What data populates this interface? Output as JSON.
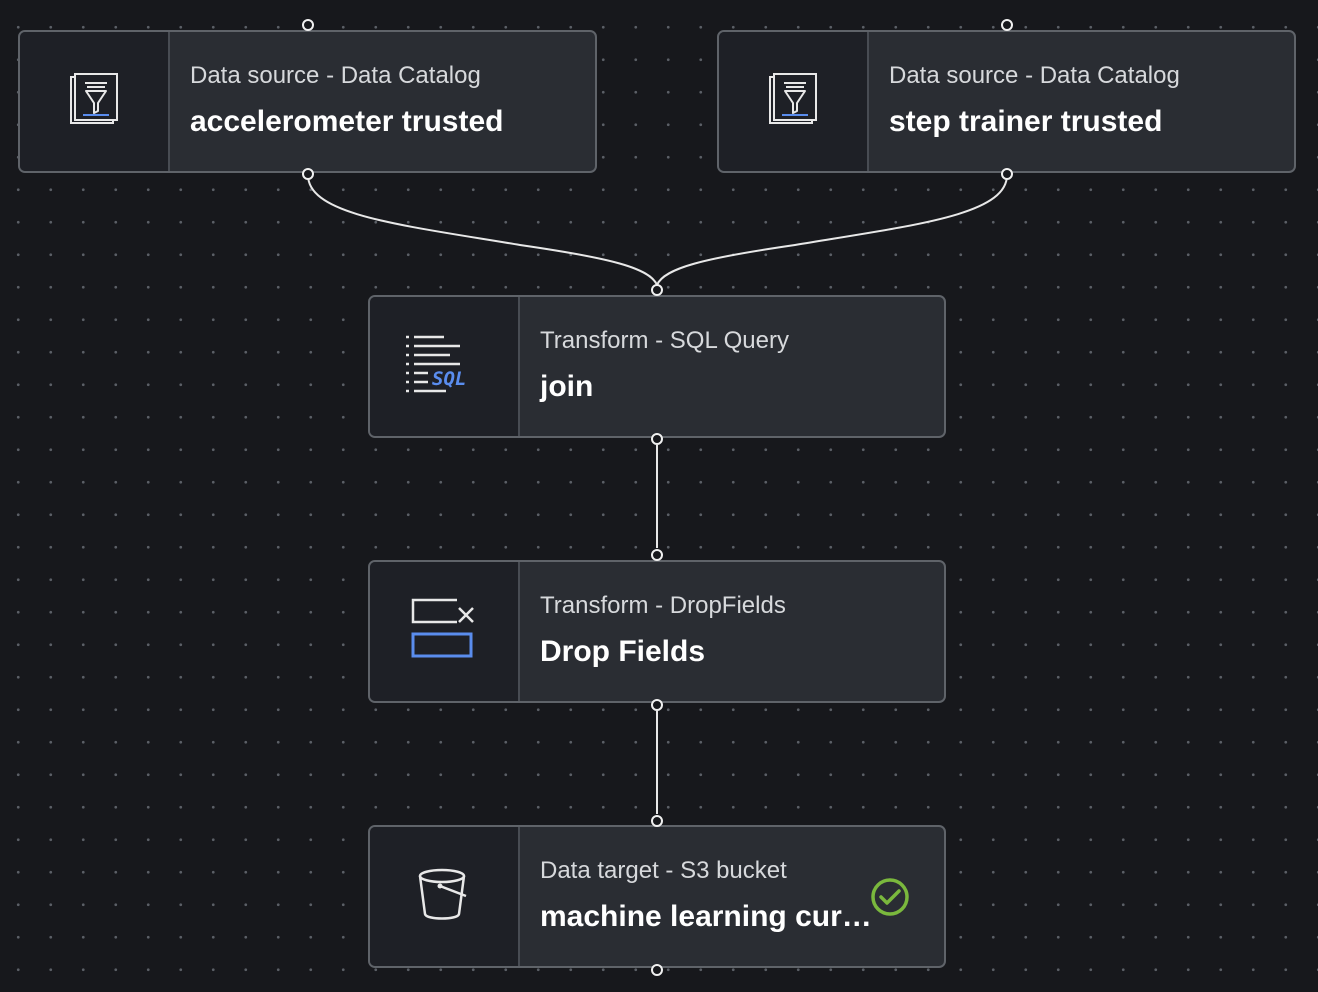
{
  "nodes": [
    {
      "id": "source-accelerometer",
      "kind": "Data source - Data Catalog",
      "title": "accelerometer trusted",
      "icon": "data-catalog-icon"
    },
    {
      "id": "source-step-trainer",
      "kind": "Data source - Data Catalog",
      "title": "step trainer trusted",
      "icon": "data-catalog-icon"
    },
    {
      "id": "transform-join",
      "kind": "Transform - SQL Query",
      "title": "join",
      "icon": "sql-query-icon"
    },
    {
      "id": "transform-drop-fields",
      "kind": "Transform - DropFields",
      "title": "Drop Fields",
      "icon": "drop-fields-icon"
    },
    {
      "id": "target-s3",
      "kind": "Data target - S3 bucket",
      "title": "machine learning cur…",
      "icon": "s3-bucket-icon",
      "status": "success-check-icon"
    }
  ],
  "colors": {
    "background": "#17181c",
    "node_background": "#2a2d33",
    "node_border": "#5f6369",
    "edge": "#e8e8e8",
    "accent_blue": "#5a8dee",
    "success_green": "#7ab83d"
  }
}
